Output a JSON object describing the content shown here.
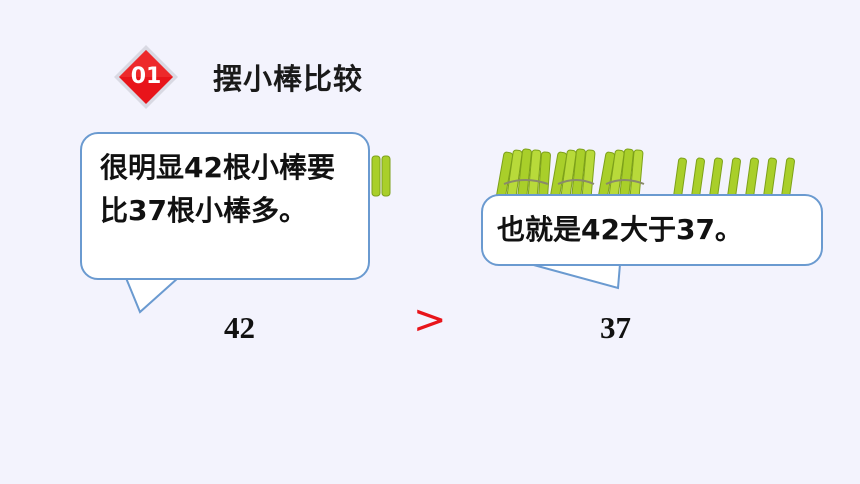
{
  "badge": {
    "number": "01",
    "color": "#e8141a",
    "icon": "red-diamond-icon"
  },
  "section": {
    "title": "摆小棒比较"
  },
  "bubbles": {
    "left_text": "很明显42根小棒要比37根小棒多。",
    "right_text": "也就是42大于37。",
    "border_color": "#6a9ad0"
  },
  "comparison": {
    "left_number": "42",
    "symbol": ">",
    "right_number": "37",
    "symbol_color": "#e8141a"
  },
  "sticks": {
    "color": "#a9cf2a",
    "right_bundles": 3,
    "right_singles": 7
  }
}
